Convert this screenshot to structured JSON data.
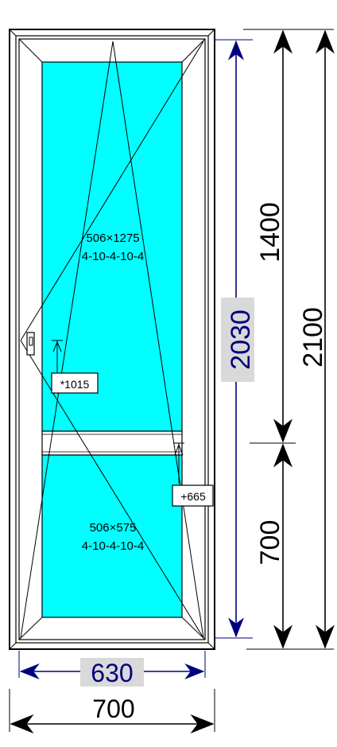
{
  "colors": {
    "glass": "#00ffff",
    "frame": "#ffffff",
    "outline": "#000000",
    "inner_dim": "#00007f",
    "label_bg": "#d9d9d9"
  },
  "panes": [
    {
      "size": "506×1275",
      "glazing": "4-10-4-10-4"
    },
    {
      "size": "506×575",
      "glazing": "4-10-4-10-4"
    }
  ],
  "markers": [
    {
      "label": "*1015"
    },
    {
      "label": "+665"
    }
  ],
  "dimensions": {
    "inner_height": "2030",
    "inner_width": "630",
    "upper_height": "1400",
    "lower_height": "700",
    "total_height": "2100",
    "total_width": "700"
  },
  "icons": {
    "handle": "door-handle-icon"
  }
}
